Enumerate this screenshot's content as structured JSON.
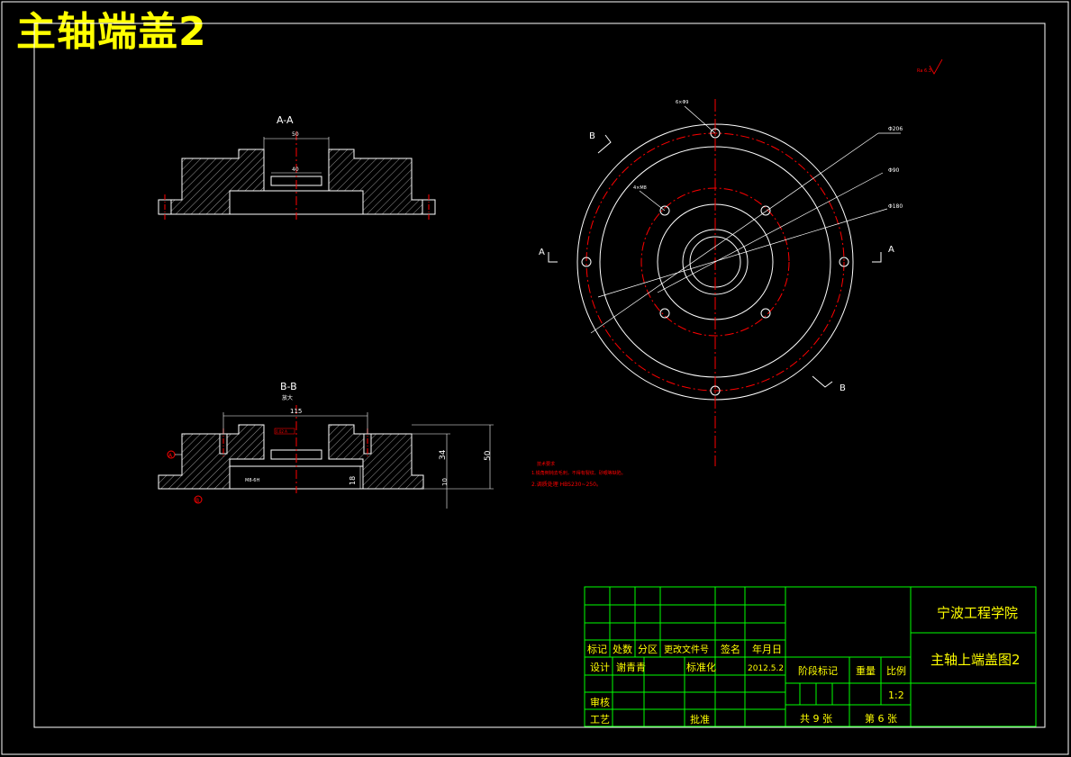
{
  "drawing": {
    "big_title": "主轴端盖2",
    "colors": {
      "background": "#000000",
      "outline": "#ffffff",
      "centerline": "#ff0000",
      "dimension": "#ffffff",
      "title_block": "#00ff00",
      "title_text": "#ffff00",
      "note_text": "#ff0000"
    },
    "views": {
      "section_aa": {
        "label": "A-A",
        "dim_top": "50",
        "dim_inner": "40"
      },
      "section_bb": {
        "label": "B-B",
        "sub_label": "放大",
        "dim_width": "115",
        "dim_34": "34",
        "dim_50": "50",
        "dim_18": "18",
        "dim_10": "10",
        "datum_a": "A",
        "datum_b": "B",
        "note_small": "M8-6H",
        "note_tol": "0.02 A"
      },
      "front_view": {
        "dia_outer": "Φ206",
        "dia_mid": "Φ90",
        "dia_inner": "Φ180",
        "hole_note": "6×Φ9",
        "hole_note2": "4×M8",
        "label_a_left": "A",
        "label_a_right": "A",
        "label_b_top": "B",
        "label_b_bottom": "B",
        "roughness": "Ra 6.3"
      }
    },
    "notes": {
      "title": "技术要求",
      "lines": [
        "1.锐角倒钝去毛刺，不得有裂纹、砂眼等缺陷。",
        "2.调质处理 HBS230~250。"
      ]
    },
    "title_block": {
      "school": "宁波工程学院",
      "drawing_name": "主轴上端盖图2",
      "headers": [
        "标记",
        "处数",
        "分区",
        "更改文件号",
        "签名",
        "年月日"
      ],
      "design_label": "设计",
      "designer": "谢青青",
      "standard_label": "标准化",
      "date": "2012.5.2",
      "review_label": "审核",
      "process_label": "工艺",
      "approve_label": "批准",
      "stage_label": "阶段标记",
      "weight_label": "重量",
      "scale_label": "比例",
      "scale": "1:2",
      "total_sheets": "共 9 张",
      "sheet_no": "第 6 张"
    }
  }
}
